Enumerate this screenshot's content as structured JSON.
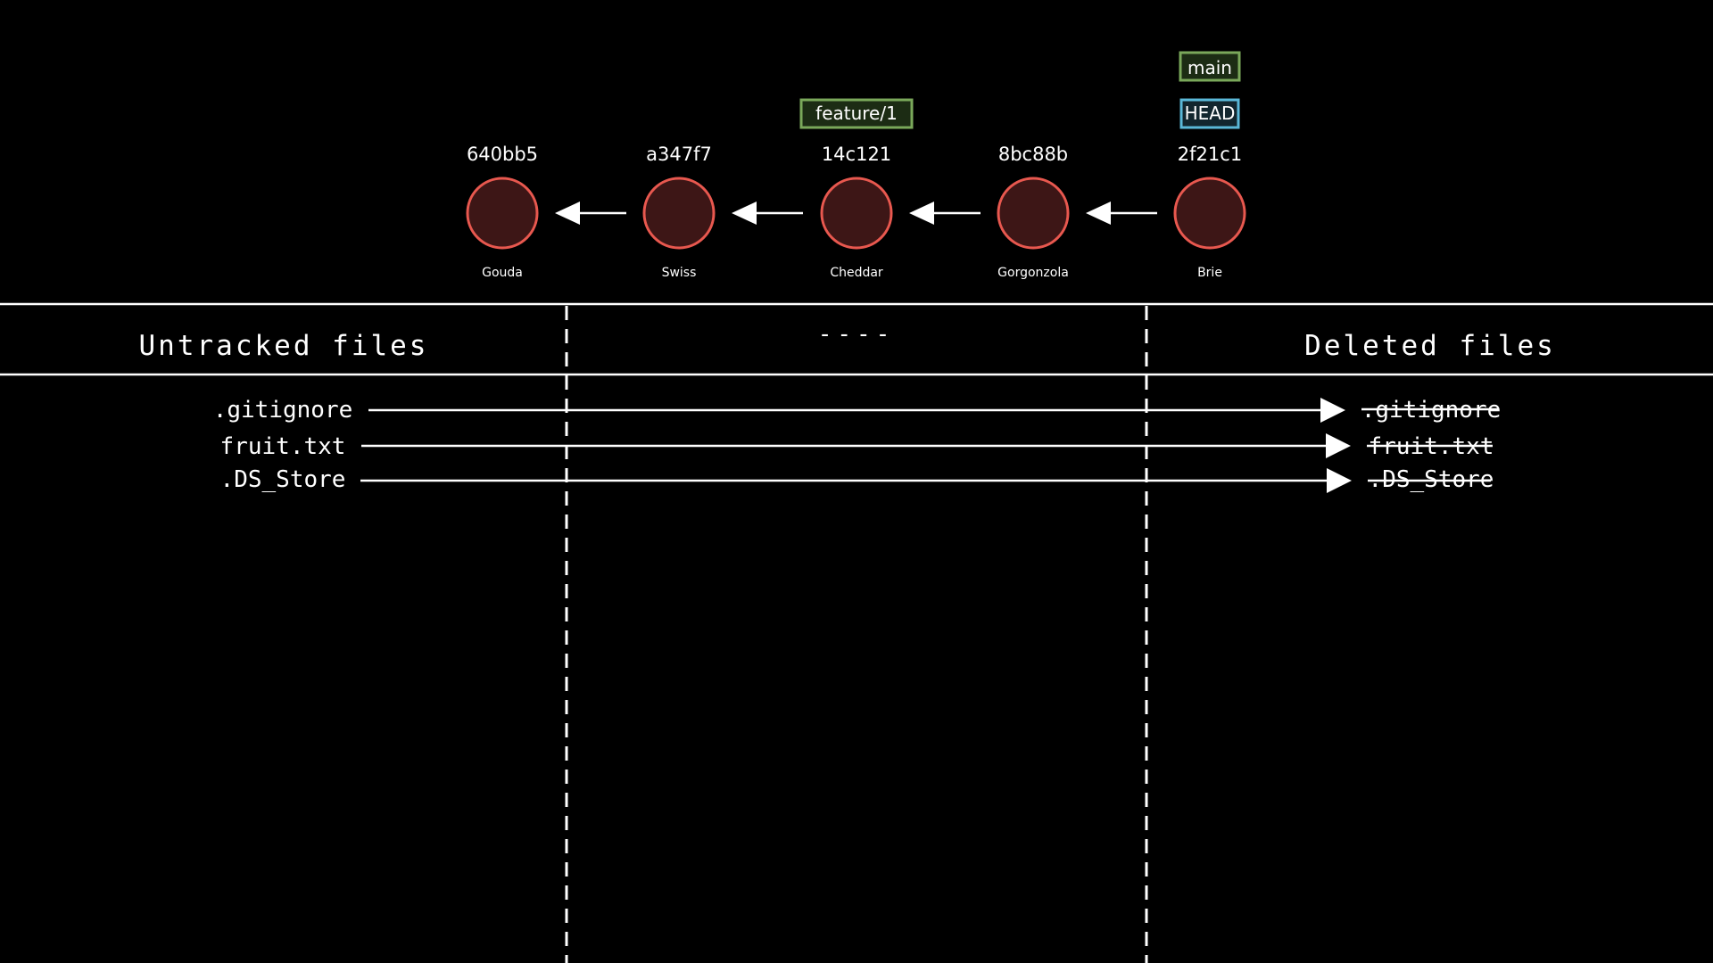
{
  "commits": [
    {
      "hash": "640bb5",
      "message": "Gouda"
    },
    {
      "hash": "a347f7",
      "message": "Swiss"
    },
    {
      "hash": "14c121",
      "message": "Cheddar"
    },
    {
      "hash": "8bc88b",
      "message": "Gorgonzola"
    },
    {
      "hash": "2f21c1",
      "message": "Brie"
    }
  ],
  "refs": {
    "feature": "feature/1",
    "main": "main",
    "head": "HEAD"
  },
  "columns": {
    "untracked": "Untracked files",
    "middle": "----",
    "deleted": "Deleted files"
  },
  "files": [
    {
      "name": ".gitignore"
    },
    {
      "name": "fruit.txt"
    },
    {
      "name": ".DS_Store"
    }
  ],
  "colors": {
    "background": "#000000",
    "commit_fill": "#3d1616",
    "commit_stroke": "#e8584f",
    "branch_border": "#7aa85a",
    "branch_fill": "#1c2c14",
    "head_border": "#5ab8d8",
    "head_fill": "#12262e",
    "line": "#ffffff"
  }
}
